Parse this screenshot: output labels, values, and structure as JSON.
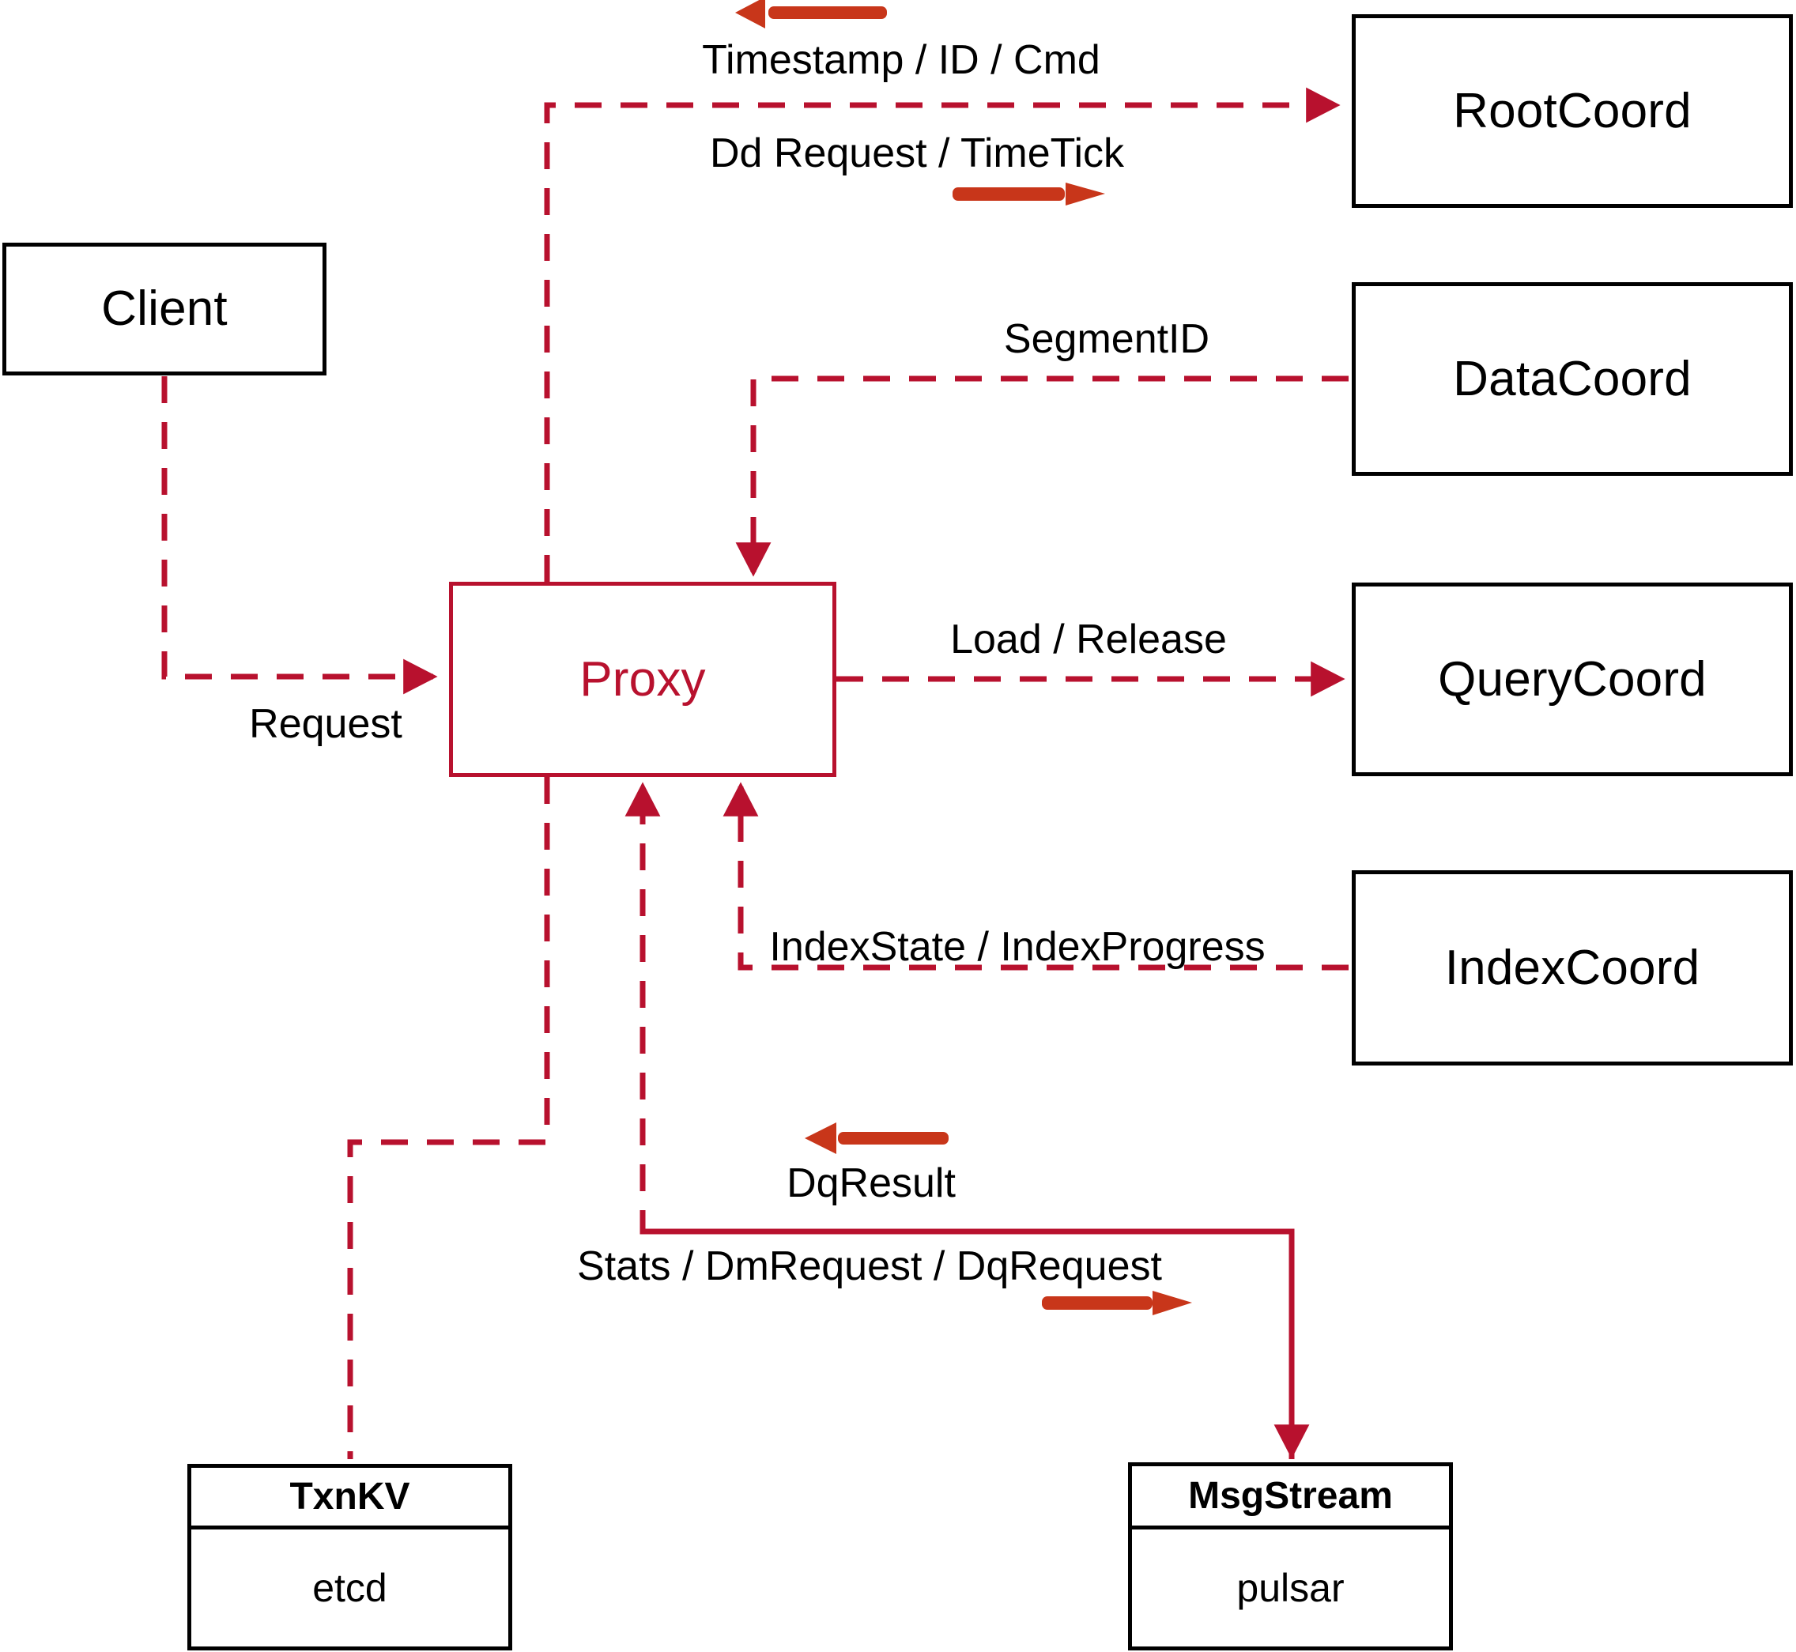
{
  "diagram": {
    "title": "Proxy component interaction diagram",
    "colors": {
      "node_stroke": "#000000",
      "proxy_stroke": "#b8112e",
      "wire": "#b8112e",
      "direction_arrow": "#c8361a",
      "background": "#ffffff"
    },
    "nodes": [
      {
        "id": "client",
        "label": "Client"
      },
      {
        "id": "proxy",
        "label": "Proxy"
      },
      {
        "id": "rootcoord",
        "label": "RootCoord"
      },
      {
        "id": "datacoord",
        "label": "DataCoord"
      },
      {
        "id": "querycoord",
        "label": "QueryCoord"
      },
      {
        "id": "indexcoord",
        "label": "IndexCoord"
      }
    ],
    "stores": [
      {
        "id": "txnkv",
        "head": "TxnKV",
        "body": "etcd"
      },
      {
        "id": "msgstream",
        "head": "MsgStream",
        "body": "pulsar"
      }
    ],
    "edge_labels": [
      {
        "id": "timestamp-id-cmd",
        "text": "Timestamp / ID / Cmd"
      },
      {
        "id": "dd-request-timetick",
        "text": "Dd Request / TimeTick"
      },
      {
        "id": "segmentid",
        "text": "SegmentID"
      },
      {
        "id": "request",
        "text": "Request"
      },
      {
        "id": "load-release",
        "text": "Load / Release"
      },
      {
        "id": "indexstate-indexprogress",
        "text": "IndexState / IndexProgress"
      },
      {
        "id": "dqresult",
        "text": "DqResult"
      },
      {
        "id": "stats-dmrequest-dqrequest",
        "text": "Stats / DmRequest / DqRequest"
      }
    ]
  }
}
